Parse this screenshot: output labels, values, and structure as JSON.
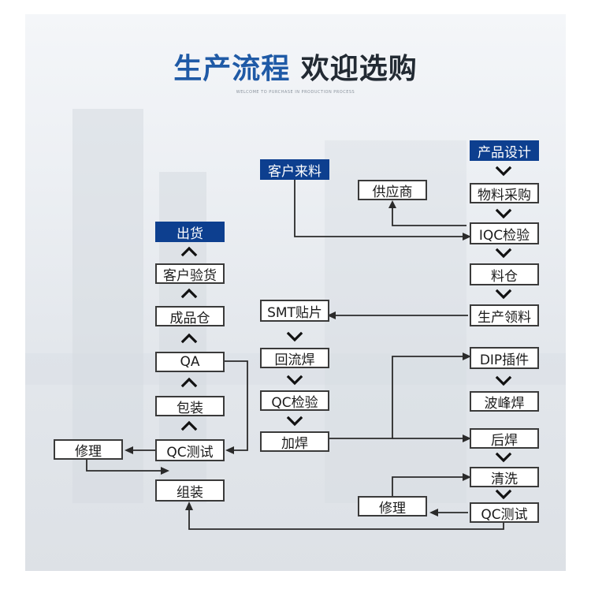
{
  "title": {
    "part1": "生产流程",
    "part2": " 欢迎选购"
  },
  "subtitle": "WELCOME TO PURCHASE IN PRODUCTION PROCESS",
  "nodes": {
    "product_design": "产品设计",
    "customer_material": "客户来料",
    "supplier": "供应商",
    "material_purchase": "物料采购",
    "iqc_inspection": "IQC检验",
    "material_warehouse": "料仓",
    "production_picking": "生产领料",
    "smt_mounting": "SMT贴片",
    "reflow_soldering": "回流焊",
    "qc_inspection_mid": "QC检验",
    "post_soldering_mid": "加焊",
    "dip_insertion": "DIP插件",
    "wave_soldering": "波峰焊",
    "post_soldering": "后焊",
    "cleaning": "清洗",
    "qc_test_right": "QC测试",
    "repair_right": "修理",
    "shipment": "出货",
    "customer_acceptance": "客户验货",
    "finished_warehouse": "成品仓",
    "qa": "QA",
    "packaging": "包装",
    "qc_test_left": "QC测试",
    "repair_left": "修理",
    "assembly": "组装"
  },
  "colors": {
    "highlight": "#0d3f8f",
    "title_blue": "#1f5aa6",
    "title_dark": "#222a33"
  }
}
